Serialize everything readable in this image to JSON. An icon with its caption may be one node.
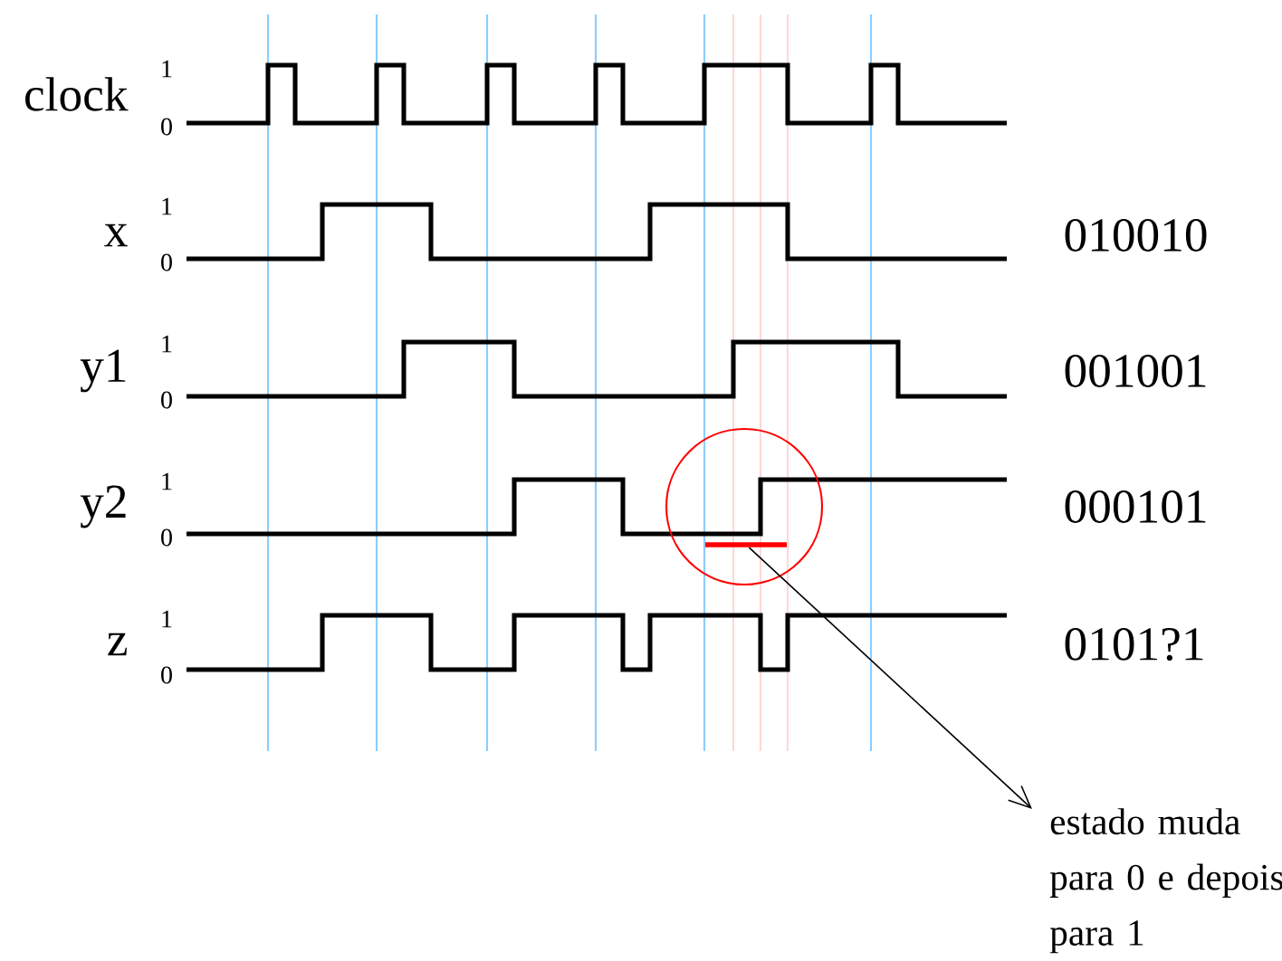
{
  "diagram": {
    "nodes": [
      {
        "text": [],
        "shape": "bar"
      },
      {
        "text": [
          "estado muda para 0 e depois para 1"
        ]
      }
    ],
    "edges": [
      {
        "from": 0,
        "to": 1,
        "arrow": "to"
      }
    ],
    "labels": [
      "clock",
      "1",
      "0",
      "x",
      "1",
      "0",
      "010010",
      "y1",
      "1",
      "0",
      "001001",
      "y2",
      "1",
      "0",
      "000101",
      "z",
      "1",
      "0",
      "0101?1"
    ]
  }
}
